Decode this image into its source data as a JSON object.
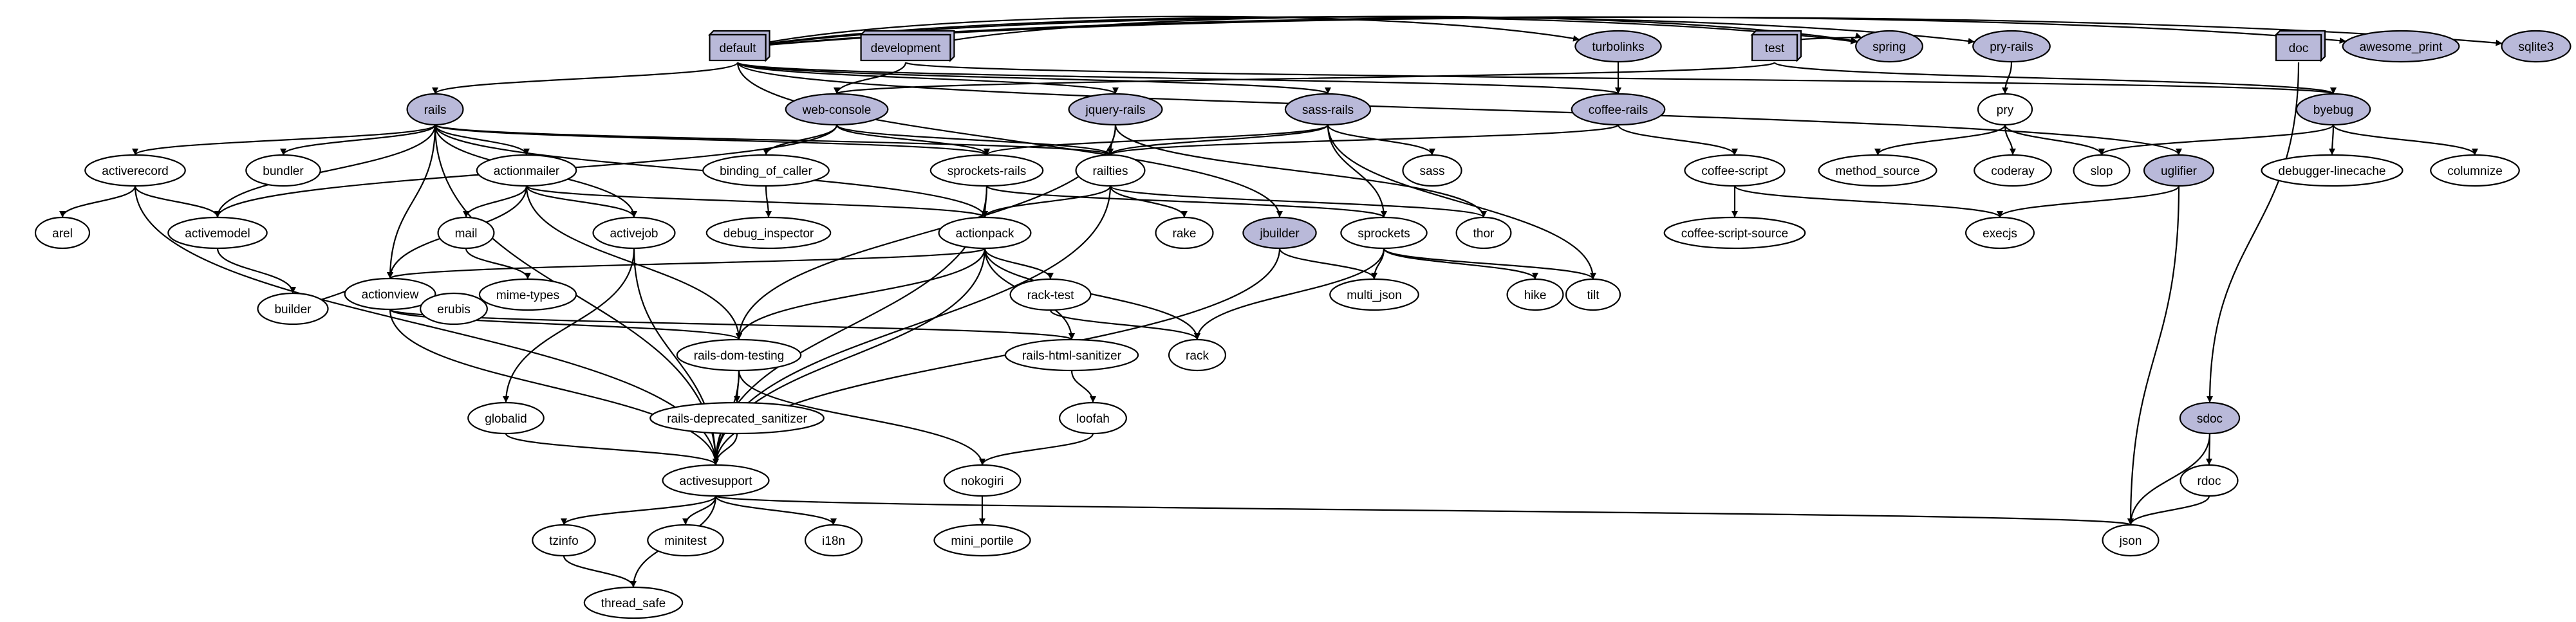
{
  "graph": {
    "colors": {
      "group_fill": "#b9b9d9",
      "gem_fill": "#ffffff",
      "highlight_fill": "#b9b9d9",
      "stroke": "#000000"
    },
    "nodes": [
      {
        "id": "default",
        "label": "default",
        "kind": "group"
      },
      {
        "id": "development",
        "label": "development",
        "kind": "group"
      },
      {
        "id": "test",
        "label": "test",
        "kind": "group"
      },
      {
        "id": "doc",
        "label": "doc",
        "kind": "group"
      },
      {
        "id": "turbolinks",
        "label": "turbolinks",
        "kind": "direct"
      },
      {
        "id": "spring",
        "label": "spring",
        "kind": "direct"
      },
      {
        "id": "pry-rails",
        "label": "pry-rails",
        "kind": "direct"
      },
      {
        "id": "awesome_print",
        "label": "awesome_print",
        "kind": "direct"
      },
      {
        "id": "sqlite3",
        "label": "sqlite3",
        "kind": "direct"
      },
      {
        "id": "rails",
        "label": "rails",
        "kind": "direct"
      },
      {
        "id": "web-console",
        "label": "web-console",
        "kind": "direct"
      },
      {
        "id": "jquery-rails",
        "label": "jquery-rails",
        "kind": "direct"
      },
      {
        "id": "sass-rails",
        "label": "sass-rails",
        "kind": "direct"
      },
      {
        "id": "coffee-rails",
        "label": "coffee-rails",
        "kind": "direct"
      },
      {
        "id": "byebug",
        "label": "byebug",
        "kind": "direct"
      },
      {
        "id": "uglifier",
        "label": "uglifier",
        "kind": "direct"
      },
      {
        "id": "jbuilder",
        "label": "jbuilder",
        "kind": "direct"
      },
      {
        "id": "sdoc",
        "label": "sdoc",
        "kind": "direct"
      },
      {
        "id": "pry",
        "label": "pry",
        "kind": "gem"
      },
      {
        "id": "activerecord",
        "label": "activerecord",
        "kind": "gem"
      },
      {
        "id": "bundler",
        "label": "bundler",
        "kind": "gem"
      },
      {
        "id": "actionmailer",
        "label": "actionmailer",
        "kind": "gem"
      },
      {
        "id": "binding_of_caller",
        "label": "binding_of_caller",
        "kind": "gem"
      },
      {
        "id": "sprockets-rails",
        "label": "sprockets-rails",
        "kind": "gem"
      },
      {
        "id": "railties",
        "label": "railties",
        "kind": "gem"
      },
      {
        "id": "sass",
        "label": "sass",
        "kind": "gem"
      },
      {
        "id": "coffee-script",
        "label": "coffee-script",
        "kind": "gem"
      },
      {
        "id": "method_source",
        "label": "method_source",
        "kind": "gem"
      },
      {
        "id": "coderay",
        "label": "coderay",
        "kind": "gem"
      },
      {
        "id": "slop",
        "label": "slop",
        "kind": "gem"
      },
      {
        "id": "debugger-linecache",
        "label": "debugger-linecache",
        "kind": "gem"
      },
      {
        "id": "columnize",
        "label": "columnize",
        "kind": "gem"
      },
      {
        "id": "arel",
        "label": "arel",
        "kind": "gem"
      },
      {
        "id": "activemodel",
        "label": "activemodel",
        "kind": "gem"
      },
      {
        "id": "mail",
        "label": "mail",
        "kind": "gem"
      },
      {
        "id": "activejob",
        "label": "activejob",
        "kind": "gem"
      },
      {
        "id": "debug_inspector",
        "label": "debug_inspector",
        "kind": "gem"
      },
      {
        "id": "actionpack",
        "label": "actionpack",
        "kind": "gem"
      },
      {
        "id": "rake",
        "label": "rake",
        "kind": "gem"
      },
      {
        "id": "thor",
        "label": "thor",
        "kind": "gem"
      },
      {
        "id": "sprockets",
        "label": "sprockets",
        "kind": "gem"
      },
      {
        "id": "coffee-script-source",
        "label": "coffee-script-source",
        "kind": "gem"
      },
      {
        "id": "execjs",
        "label": "execjs",
        "kind": "gem"
      },
      {
        "id": "mime-types",
        "label": "mime-types",
        "kind": "gem"
      },
      {
        "id": "actionview",
        "label": "actionview",
        "kind": "gem"
      },
      {
        "id": "rack-test",
        "label": "rack-test",
        "kind": "gem"
      },
      {
        "id": "multi_json",
        "label": "multi_json",
        "kind": "gem"
      },
      {
        "id": "hike",
        "label": "hike",
        "kind": "gem"
      },
      {
        "id": "tilt",
        "label": "tilt",
        "kind": "gem"
      },
      {
        "id": "builder",
        "label": "builder",
        "kind": "gem"
      },
      {
        "id": "erubis",
        "label": "erubis",
        "kind": "gem"
      },
      {
        "id": "rails-dom-testing",
        "label": "rails-dom-testing",
        "kind": "gem"
      },
      {
        "id": "rails-html-sanitizer",
        "label": "rails-html-sanitizer",
        "kind": "gem"
      },
      {
        "id": "rack",
        "label": "rack",
        "kind": "gem"
      },
      {
        "id": "globalid",
        "label": "globalid",
        "kind": "gem"
      },
      {
        "id": "rails-deprecated_sanitizer",
        "label": "rails-deprecated_sanitizer",
        "kind": "gem"
      },
      {
        "id": "loofah",
        "label": "loofah",
        "kind": "gem"
      },
      {
        "id": "activesupport",
        "label": "activesupport",
        "kind": "gem"
      },
      {
        "id": "nokogiri",
        "label": "nokogiri",
        "kind": "gem"
      },
      {
        "id": "rdoc",
        "label": "rdoc",
        "kind": "gem"
      },
      {
        "id": "tzinfo",
        "label": "tzinfo",
        "kind": "gem"
      },
      {
        "id": "minitest",
        "label": "minitest",
        "kind": "gem"
      },
      {
        "id": "i18n",
        "label": "i18n",
        "kind": "gem"
      },
      {
        "id": "mini_portile",
        "label": "mini_portile",
        "kind": "gem"
      },
      {
        "id": "json",
        "label": "json",
        "kind": "gem"
      },
      {
        "id": "thread_safe",
        "label": "thread_safe",
        "kind": "gem"
      }
    ],
    "edges": [
      [
        "default",
        "rails"
      ],
      [
        "default",
        "sass-rails"
      ],
      [
        "default",
        "uglifier"
      ],
      [
        "default",
        "coffee-rails"
      ],
      [
        "default",
        "jquery-rails"
      ],
      [
        "default",
        "turbolinks"
      ],
      [
        "default",
        "jbuilder"
      ],
      [
        "default",
        "sqlite3"
      ],
      [
        "default",
        "spring"
      ],
      [
        "default",
        "pry-rails"
      ],
      [
        "default",
        "awesome_print"
      ],
      [
        "development",
        "web-console"
      ],
      [
        "development",
        "byebug"
      ],
      [
        "development",
        "spring"
      ],
      [
        "test",
        "web-console"
      ],
      [
        "test",
        "byebug"
      ],
      [
        "test",
        "spring"
      ],
      [
        "doc",
        "sdoc"
      ],
      [
        "turbolinks",
        "coffee-rails"
      ],
      [
        "pry-rails",
        "pry"
      ],
      [
        "rails",
        "activerecord"
      ],
      [
        "rails",
        "bundler"
      ],
      [
        "rails",
        "actionmailer"
      ],
      [
        "rails",
        "activemodel"
      ],
      [
        "rails",
        "actionview"
      ],
      [
        "rails",
        "activejob"
      ],
      [
        "rails",
        "actionpack"
      ],
      [
        "rails",
        "sprockets-rails"
      ],
      [
        "rails",
        "railties"
      ],
      [
        "rails",
        "activesupport"
      ],
      [
        "web-console",
        "binding_of_caller"
      ],
      [
        "web-console",
        "railties"
      ],
      [
        "web-console",
        "sprockets-rails"
      ],
      [
        "web-console",
        "activemodel"
      ],
      [
        "jquery-rails",
        "railties"
      ],
      [
        "jquery-rails",
        "thor"
      ],
      [
        "jquery-rails",
        "rails-dom-testing"
      ],
      [
        "sass-rails",
        "railties"
      ],
      [
        "sass-rails",
        "sass"
      ],
      [
        "sass-rails",
        "sprockets-rails"
      ],
      [
        "sass-rails",
        "sprockets"
      ],
      [
        "sass-rails",
        "tilt"
      ],
      [
        "coffee-rails",
        "railties"
      ],
      [
        "coffee-rails",
        "coffee-script"
      ],
      [
        "pry",
        "method_source"
      ],
      [
        "pry",
        "coderay"
      ],
      [
        "pry",
        "slop"
      ],
      [
        "byebug",
        "slop"
      ],
      [
        "byebug",
        "debugger-linecache"
      ],
      [
        "byebug",
        "columnize"
      ],
      [
        "uglifier",
        "execjs"
      ],
      [
        "uglifier",
        "json"
      ],
      [
        "jbuilder",
        "multi_json"
      ],
      [
        "jbuilder",
        "activesupport"
      ],
      [
        "sdoc",
        "rdoc"
      ],
      [
        "sdoc",
        "json"
      ],
      [
        "activerecord",
        "arel"
      ],
      [
        "activerecord",
        "activemodel"
      ],
      [
        "activerecord",
        "activesupport"
      ],
      [
        "actionmailer",
        "mail"
      ],
      [
        "actionmailer",
        "activejob"
      ],
      [
        "actionmailer",
        "actionpack"
      ],
      [
        "actionmailer",
        "actionview"
      ],
      [
        "actionmailer",
        "rails-dom-testing"
      ],
      [
        "binding_of_caller",
        "debug_inspector"
      ],
      [
        "sprockets-rails",
        "actionpack"
      ],
      [
        "sprockets-rails",
        "sprockets"
      ],
      [
        "sprockets-rails",
        "activesupport"
      ],
      [
        "railties",
        "actionpack"
      ],
      [
        "railties",
        "rake"
      ],
      [
        "railties",
        "thor"
      ],
      [
        "railties",
        "activesupport"
      ],
      [
        "coffee-script",
        "coffee-script-source"
      ],
      [
        "coffee-script",
        "execjs"
      ],
      [
        "activemodel",
        "builder"
      ],
      [
        "mail",
        "mime-types"
      ],
      [
        "activejob",
        "globalid"
      ],
      [
        "activejob",
        "activesupport"
      ],
      [
        "actionpack",
        "actionview"
      ],
      [
        "actionpack",
        "rack-test"
      ],
      [
        "actionpack",
        "rack"
      ],
      [
        "actionpack",
        "rails-dom-testing"
      ],
      [
        "actionpack",
        "rails-html-sanitizer"
      ],
      [
        "actionpack",
        "activesupport"
      ],
      [
        "sprockets",
        "multi_json"
      ],
      [
        "sprockets",
        "hike"
      ],
      [
        "sprockets",
        "tilt"
      ],
      [
        "sprockets",
        "rack"
      ],
      [
        "actionview",
        "builder"
      ],
      [
        "actionview",
        "erubis"
      ],
      [
        "actionview",
        "rails-dom-testing"
      ],
      [
        "actionview",
        "rails-html-sanitizer"
      ],
      [
        "actionview",
        "activesupport"
      ],
      [
        "rack-test",
        "rack"
      ],
      [
        "rails-dom-testing",
        "rails-deprecated_sanitizer"
      ],
      [
        "rails-dom-testing",
        "nokogiri"
      ],
      [
        "rails-dom-testing",
        "activesupport"
      ],
      [
        "rails-html-sanitizer",
        "loofah"
      ],
      [
        "globalid",
        "activesupport"
      ],
      [
        "rails-deprecated_sanitizer",
        "activesupport"
      ],
      [
        "loofah",
        "nokogiri"
      ],
      [
        "activesupport",
        "tzinfo"
      ],
      [
        "activesupport",
        "minitest"
      ],
      [
        "activesupport",
        "i18n"
      ],
      [
        "activesupport",
        "thread_safe"
      ],
      [
        "activesupport",
        "json"
      ],
      [
        "nokogiri",
        "mini_portile"
      ],
      [
        "rdoc",
        "json"
      ],
      [
        "tzinfo",
        "thread_safe"
      ]
    ]
  }
}
